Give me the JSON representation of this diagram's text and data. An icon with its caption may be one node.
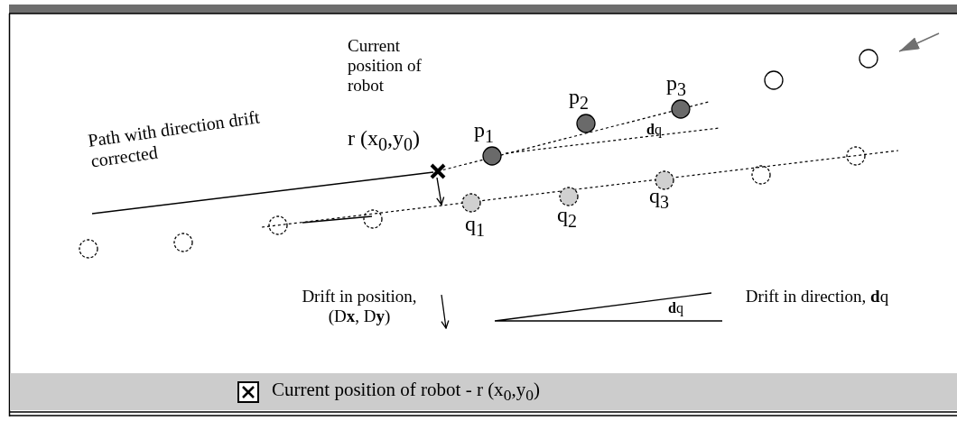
{
  "diagram": {
    "labels": [
      "Current position of robot",
      "r (x$_{0}$,y$_{0}$)",
      "p$_{3}$",
      "p$_{2}$",
      "p$_{1}$",
      "**d**q",
      "Path with direction drift corrected",
      "q$_{3}$",
      "q$_{2}$",
      "q$_{1}$",
      "Drift in position, (D**x**, D**y**)",
      "**d**q",
      "Drift in direction, **d**q"
    ],
    "legend": [
      {
        "text": "Current position of robot - r (x$_{0}$,y$_{0}$)"
      }
    ]
  }
}
